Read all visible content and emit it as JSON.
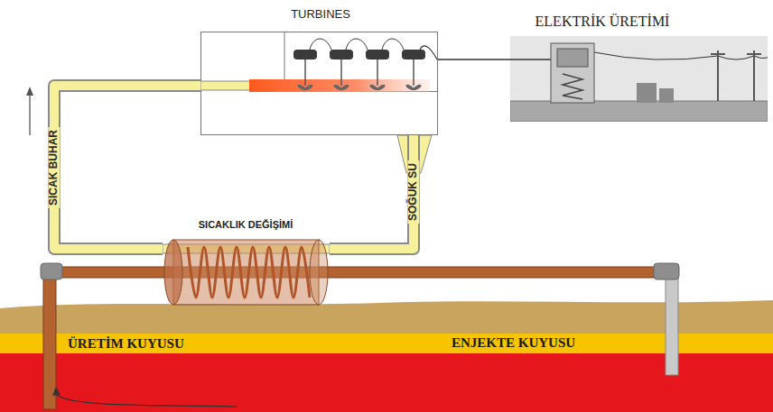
{
  "diagram": {
    "nodes": [
      {
        "text": [
          "TURBINES"
        ]
      },
      {
        "text": [
          "ELEKTRİK ÜRETİMİ"
        ]
      },
      {
        "text": [
          "SICAKLIK DEĞİŞİMİ"
        ]
      }
    ],
    "edges": [
      {
        "from": 2,
        "to": 0,
        "arrow": "none",
        "label": "SICAK BUHAR"
      },
      {
        "from": 0,
        "to": 2,
        "arrow": "none",
        "label": "SOĞUK SU"
      },
      {
        "from": 0,
        "to": 1,
        "arrow": "none"
      }
    ],
    "labels": [
      "ÜRETİM KUYUSU",
      "ENJEKTE KUYUSU"
    ]
  }
}
